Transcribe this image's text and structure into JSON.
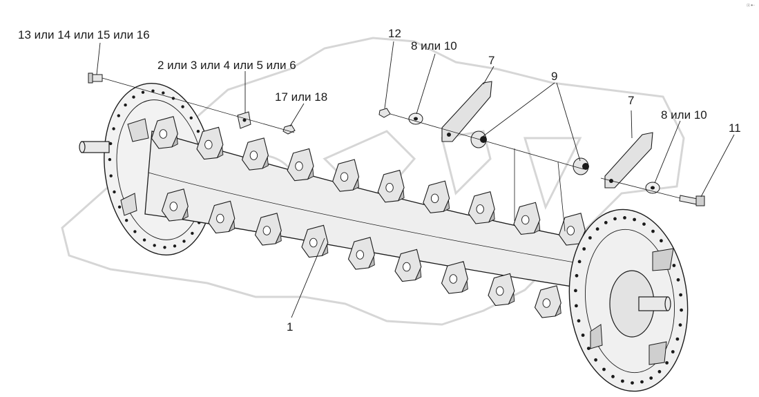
{
  "colors": {
    "ink": "#1a1a1a",
    "part_fill": "#e9e9e9",
    "part_dark": "#bdbdbd",
    "watermark": "#d8d8d8"
  },
  "watermark_corner": "☉•·",
  "callouts": [
    {
      "id": "c13",
      "text": "13 или 14 или 15 или 16"
    },
    {
      "id": "c2",
      "text": "2 или 3 или 4 или 5 или 6"
    },
    {
      "id": "c17",
      "text": "17 или 18"
    },
    {
      "id": "c12",
      "text": "12"
    },
    {
      "id": "c8a",
      "text": "8 или 10"
    },
    {
      "id": "c7a",
      "text": "7"
    },
    {
      "id": "c9",
      "text": "9"
    },
    {
      "id": "c7b",
      "text": "7"
    },
    {
      "id": "c8b",
      "text": "8 или 10"
    },
    {
      "id": "c11",
      "text": "11"
    },
    {
      "id": "c1",
      "text": "1"
    }
  ]
}
